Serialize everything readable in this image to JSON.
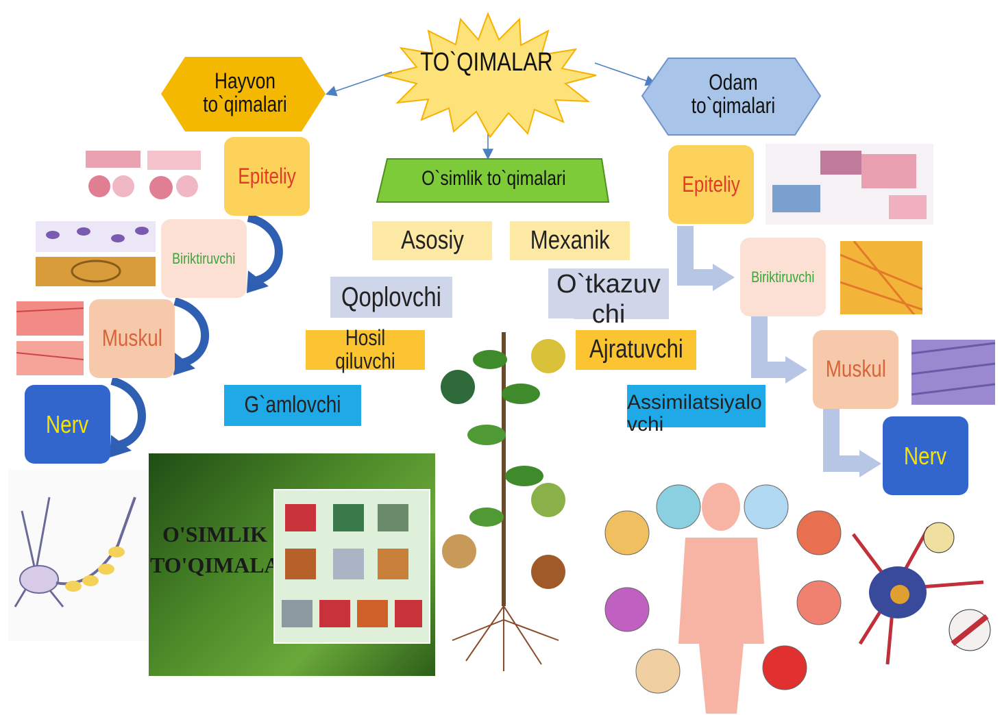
{
  "title": "TO`QIMALAR",
  "animal": {
    "heading": "Hayvon to`qimalari",
    "items": [
      "Epiteliy",
      "Biriktiruvchi",
      "Muskul",
      "Nerv"
    ]
  },
  "plant": {
    "heading": "O`simlik to`qimalari",
    "items": [
      "Asosiy",
      "Mexanik",
      "Qoplovchi",
      "O`tkazuvchi",
      "Hosil qiluvchi",
      "Ajratuvchi",
      "G`amlovchi",
      "Assimilatsiyalovchi"
    ],
    "image_caption_line1": "O'SIMLIK",
    "image_caption_line2": "TO'QIMALARI"
  },
  "human": {
    "heading": "Odam to`qimalari",
    "items": [
      "Epiteliy",
      "Biriktiruvchi",
      "Muskul",
      "Nerv"
    ]
  },
  "colors": {
    "animal_header": "#f5b800",
    "human_header": "#a8c4e8",
    "plant_header": "#7ecb3a",
    "epithelium": "#fcd25b",
    "connective": "#fbe0d3",
    "muscle": "#f6c9aa",
    "nerve": "#3366cc",
    "red_text": "#e23a2a",
    "green_text": "#3aa53a",
    "yellow_text": "#f7e300",
    "sun": "#fde27a"
  }
}
